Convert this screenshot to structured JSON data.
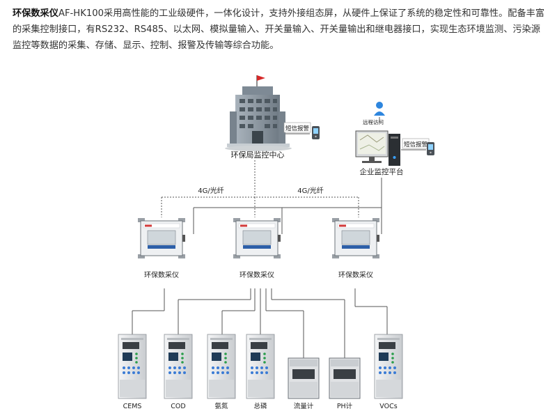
{
  "intro": {
    "lead": "环保数采仪",
    "text": "AF-HK100采用高性能的工业级硬件，一体化设计，支持外接组态屏，从硬件上保证了系统的稳定性和可靠性。配备丰富的采集控制接口，有RS232、RS485、以太网、模拟量输入、开关量输入、开关量输出和继电器接口，实现生态环境监测、污染源监控等数据的采集、存储、显示、控制、报警及传输等综合功能。"
  },
  "diagram": {
    "center_label": "环保局监控中心",
    "sms_label_1": "短信报警",
    "remote_label": "远程访问",
    "sms_label_2": "短信报警",
    "enterprise_label": "企业监控平台",
    "link_label_left": "4G/光纤",
    "link_label_right": "4G/光纤",
    "collectors": [
      "环保数采仪",
      "环保数采仪",
      "环保数采仪"
    ],
    "devices": [
      "CEMS",
      "COD",
      "氨氮",
      "总磷",
      "流量计",
      "PH计",
      "VOCs"
    ],
    "colors": {
      "building": "#8d99a4",
      "building_dark": "#5f6b75",
      "flag": "#d62828",
      "line": "#555555",
      "cabinet": "#e4e6e8",
      "screen": "#3a3f44",
      "dot_blue": "#3a7bd5",
      "dot_green": "#2a9d4b"
    }
  }
}
